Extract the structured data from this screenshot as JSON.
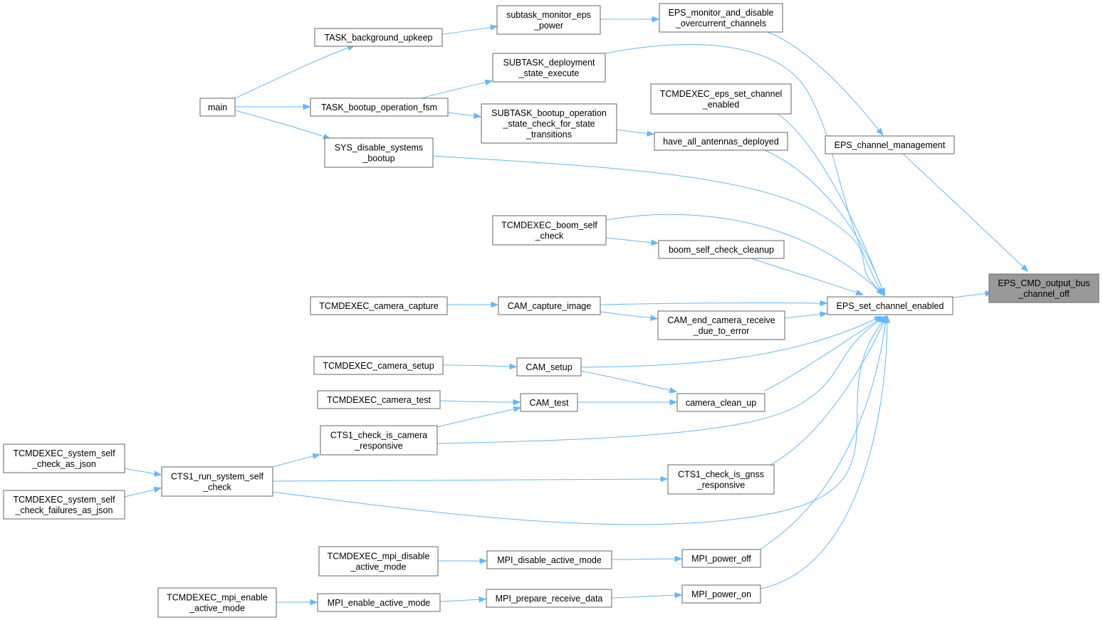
{
  "graph": {
    "accent_color": "#63b8ff",
    "root_fill": "#999999",
    "nodes": {
      "root": {
        "lines": [
          "EPS_CMD_output_bus",
          "_channel_off"
        ]
      },
      "eps_set": {
        "lines": [
          "EPS_set_channel_enabled"
        ]
      },
      "eps_mgmt": {
        "lines": [
          "EPS_channel_management"
        ]
      },
      "eps_monitor": {
        "lines": [
          "EPS_monitor_and_disable",
          "_overcurrent_channels"
        ]
      },
      "subtask_monitor": {
        "lines": [
          "subtask_monitor_eps",
          "_power"
        ]
      },
      "task_bg": {
        "lines": [
          "TASK_background_upkeep"
        ]
      },
      "main": {
        "lines": [
          "main"
        ]
      },
      "subtask_deploy": {
        "lines": [
          "SUBTASK_deployment",
          "_state_execute"
        ]
      },
      "task_bootup": {
        "lines": [
          "TASK_bootup_operation_fsm"
        ]
      },
      "tcm_eps_set": {
        "lines": [
          "TCMDEXEC_eps_set_channel",
          "_enabled"
        ]
      },
      "subtask_bootup": {
        "lines": [
          "SUBTASK_bootup_operation",
          "_state_check_for_state",
          "_transitions"
        ]
      },
      "have_ant": {
        "lines": [
          "have_all_antennas_deployed"
        ]
      },
      "sys_disable": {
        "lines": [
          "SYS_disable_systems",
          "_bootup"
        ]
      },
      "tcm_boom": {
        "lines": [
          "TCMDEXEC_boom_self",
          "_check"
        ]
      },
      "boom_cleanup": {
        "lines": [
          "boom_self_check_cleanup"
        ]
      },
      "tcm_cam_capture": {
        "lines": [
          "TCMDEXEC_camera_capture"
        ]
      },
      "cam_capture": {
        "lines": [
          "CAM_capture_image"
        ]
      },
      "cam_end": {
        "lines": [
          "CAM_end_camera_receive",
          "_due_to_error"
        ]
      },
      "tcm_cam_setup": {
        "lines": [
          "TCMDEXEC_camera_setup"
        ]
      },
      "cam_setup": {
        "lines": [
          "CAM_setup"
        ]
      },
      "tcm_cam_test": {
        "lines": [
          "TCMDEXEC_camera_test"
        ]
      },
      "cam_test": {
        "lines": [
          "CAM_test"
        ]
      },
      "camera_clean": {
        "lines": [
          "camera_clean_up"
        ]
      },
      "cts1_camera": {
        "lines": [
          "CTS1_check_is_camera",
          "_responsive"
        ]
      },
      "tcm_sys_json": {
        "lines": [
          "TCMDEXEC_system_self",
          "_check_as_json"
        ]
      },
      "cts1_run": {
        "lines": [
          "CTS1_run_system_self",
          "_check"
        ]
      },
      "tcm_sys_fail": {
        "lines": [
          "TCMDEXEC_system_self",
          "_check_failures_as_json"
        ]
      },
      "cts1_gnss": {
        "lines": [
          "CTS1_check_is_gnss",
          "_responsive"
        ]
      },
      "tcm_mpi_dis": {
        "lines": [
          "TCMDEXEC_mpi_disable",
          "_active_mode"
        ]
      },
      "mpi_dis": {
        "lines": [
          "MPI_disable_active_mode"
        ]
      },
      "mpi_off": {
        "lines": [
          "MPI_power_off"
        ]
      },
      "tcm_mpi_en": {
        "lines": [
          "TCMDEXEC_mpi_enable",
          "_active_mode"
        ]
      },
      "mpi_en": {
        "lines": [
          "MPI_enable_active_mode"
        ]
      },
      "mpi_prep": {
        "lines": [
          "MPI_prepare_receive_data"
        ]
      },
      "mpi_on": {
        "lines": [
          "MPI_power_on"
        ]
      }
    },
    "edges": [
      [
        "eps_set",
        "root"
      ],
      [
        "eps_mgmt",
        "root"
      ],
      [
        "eps_monitor",
        "eps_mgmt"
      ],
      [
        "subtask_monitor",
        "eps_monitor"
      ],
      [
        "task_bg",
        "subtask_monitor"
      ],
      [
        "main",
        "task_bg"
      ],
      [
        "main",
        "task_bootup"
      ],
      [
        "main",
        "sys_disable"
      ],
      [
        "subtask_deploy",
        "eps_set"
      ],
      [
        "task_bootup",
        "subtask_deploy"
      ],
      [
        "task_bootup",
        "subtask_bootup"
      ],
      [
        "tcm_eps_set",
        "eps_set"
      ],
      [
        "subtask_bootup",
        "have_ant"
      ],
      [
        "have_ant",
        "eps_set"
      ],
      [
        "sys_disable",
        "eps_set"
      ],
      [
        "tcm_boom",
        "eps_set"
      ],
      [
        "tcm_boom",
        "boom_cleanup"
      ],
      [
        "boom_cleanup",
        "eps_set"
      ],
      [
        "tcm_cam_capture",
        "cam_capture"
      ],
      [
        "cam_capture",
        "eps_set"
      ],
      [
        "cam_capture",
        "cam_end"
      ],
      [
        "cam_end",
        "eps_set"
      ],
      [
        "tcm_cam_setup",
        "cam_setup"
      ],
      [
        "cam_setup",
        "eps_set"
      ],
      [
        "cam_setup",
        "camera_clean"
      ],
      [
        "tcm_cam_test",
        "cam_test"
      ],
      [
        "cam_test",
        "camera_clean"
      ],
      [
        "camera_clean",
        "eps_set"
      ],
      [
        "cts1_camera",
        "cam_test"
      ],
      [
        "cts1_camera",
        "eps_set"
      ],
      [
        "cts1_run",
        "cts1_camera"
      ],
      [
        "cts1_run",
        "cts1_gnss"
      ],
      [
        "cts1_run",
        "eps_set"
      ],
      [
        "tcm_sys_json",
        "cts1_run"
      ],
      [
        "tcm_sys_fail",
        "cts1_run"
      ],
      [
        "cts1_gnss",
        "eps_set"
      ],
      [
        "tcm_mpi_dis",
        "mpi_dis"
      ],
      [
        "mpi_dis",
        "mpi_off"
      ],
      [
        "mpi_off",
        "eps_set"
      ],
      [
        "tcm_mpi_en",
        "mpi_en"
      ],
      [
        "mpi_en",
        "mpi_prep"
      ],
      [
        "mpi_prep",
        "mpi_on"
      ],
      [
        "mpi_on",
        "eps_set"
      ]
    ]
  }
}
